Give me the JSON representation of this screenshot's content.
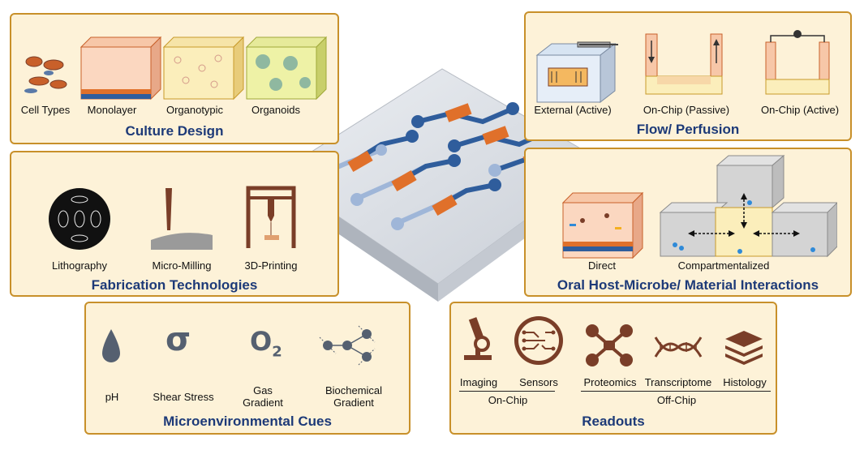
{
  "culture": {
    "title": "Culture Design",
    "labels": [
      "Cell Types",
      "Monolayer",
      "Organotypic",
      "Organoids"
    ]
  },
  "flow": {
    "title": "Flow/ Perfusion",
    "labels": [
      "External (Active)",
      "On-Chip (Passive)",
      "On-Chip (Active)"
    ]
  },
  "fabrication": {
    "title": "Fabrication Technologies",
    "labels": [
      "Lithography",
      "Micro-Milling",
      "3D-Printing"
    ]
  },
  "oral": {
    "title": "Oral Host-Microbe/ Material Interactions",
    "labels": [
      "Direct",
      "Compartmentalized"
    ]
  },
  "micro": {
    "title": "Microenvironmental Cues",
    "labels": [
      "pH",
      "Shear Stress",
      "Gas\nGradient",
      "Biochemical\nGradient"
    ],
    "sigma": "σ",
    "o2": "O",
    "o2_sub": "2"
  },
  "readouts": {
    "title": "Readouts",
    "labels": [
      "Imaging",
      "Sensors",
      "Proteomics",
      "Transcriptome",
      "Histology"
    ],
    "groups": [
      "On-Chip",
      "Off-Chip"
    ]
  },
  "colors": {
    "panel_bg": "#fdf2d8",
    "panel_border": "#c8902a",
    "title": "#1d3a78",
    "icon_brown": "#7a3e28",
    "chip_blue": "#2f5d9c",
    "chip_orange": "#e0702a"
  }
}
